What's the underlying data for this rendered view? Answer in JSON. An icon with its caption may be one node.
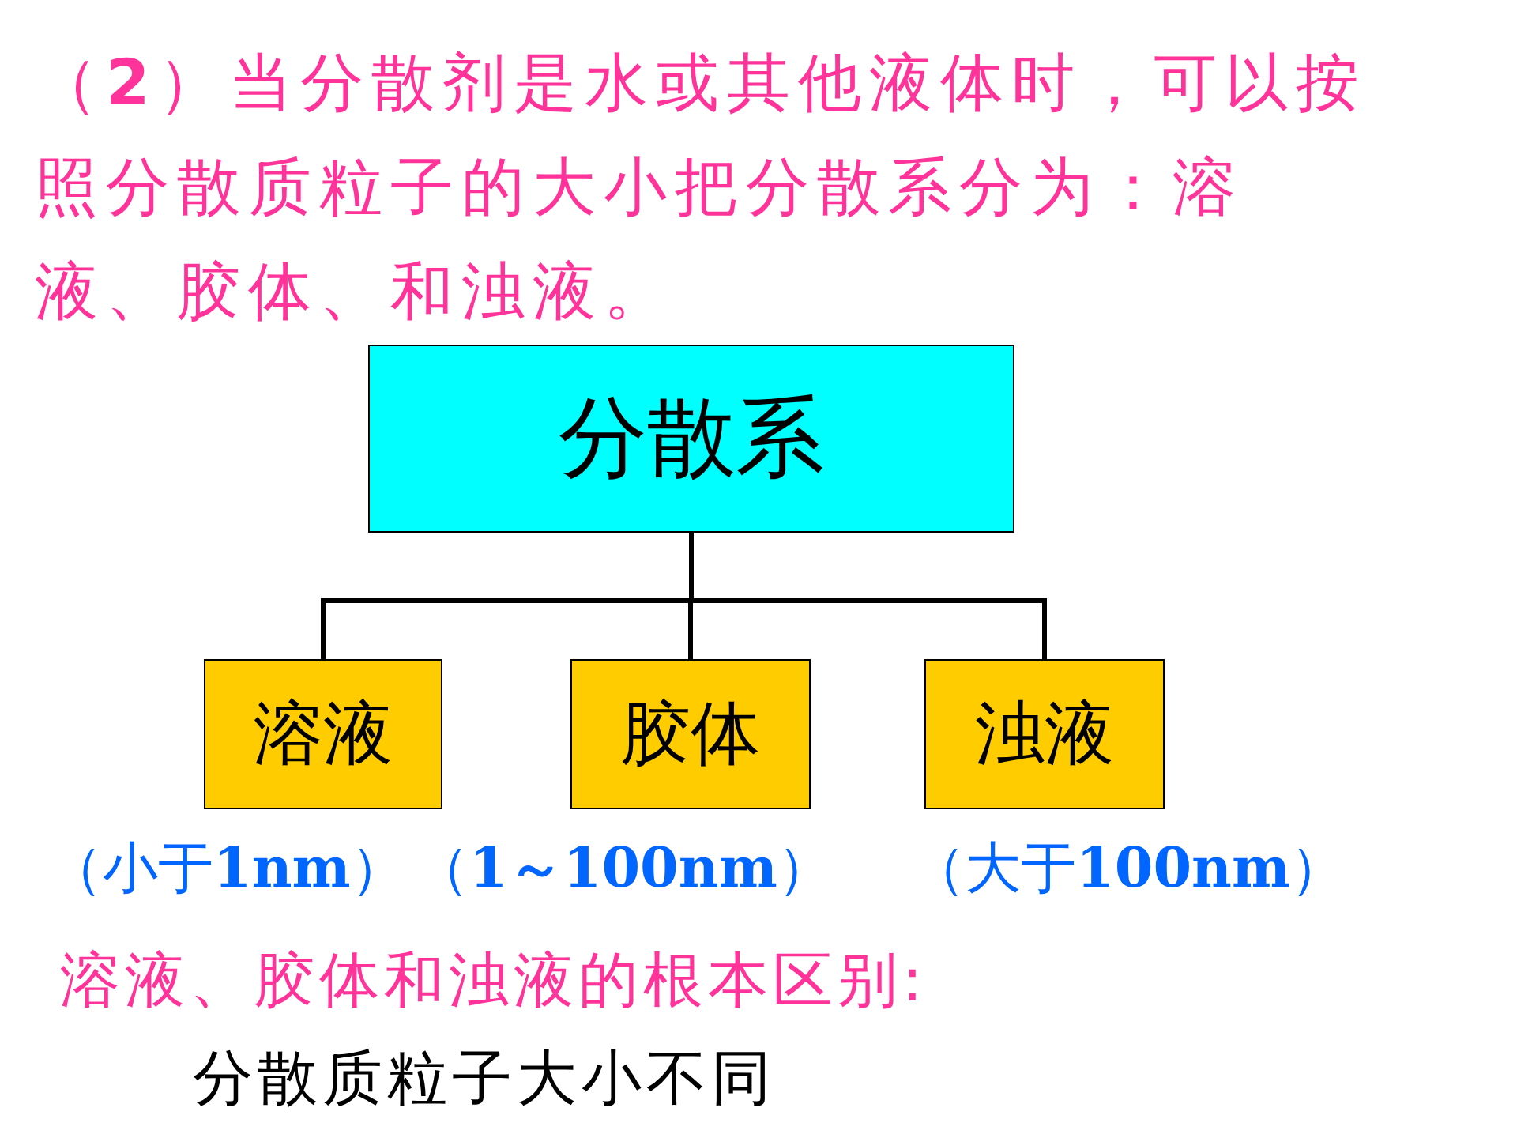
{
  "diagram": {
    "title": "（**2**）当分散剂是水或其他液体时，可以按照分散质粒子的大小把分散系分为：溶液、胶体、和浊液。",
    "nodes": [
      {
        "text": [
          "分散系"
        ]
      },
      {
        "text": [
          "溶液"
        ],
        "beside": [
          "（小于**1nm**）"
        ]
      },
      {
        "text": [
          "胶体"
        ],
        "beside": [
          "（**1～100nm**）"
        ]
      },
      {
        "text": [
          "浊液"
        ],
        "beside": [
          "（大于**100nm**）"
        ]
      }
    ],
    "edges": [
      {
        "from": 0,
        "to": 1,
        "arrow": "none"
      },
      {
        "from": 0,
        "to": 2,
        "arrow": "none"
      },
      {
        "from": 0,
        "to": 3,
        "arrow": "none"
      }
    ],
    "labels": [
      "溶液、胶体和浊液的根本区别:",
      "分散质粒子大小不同"
    ]
  }
}
